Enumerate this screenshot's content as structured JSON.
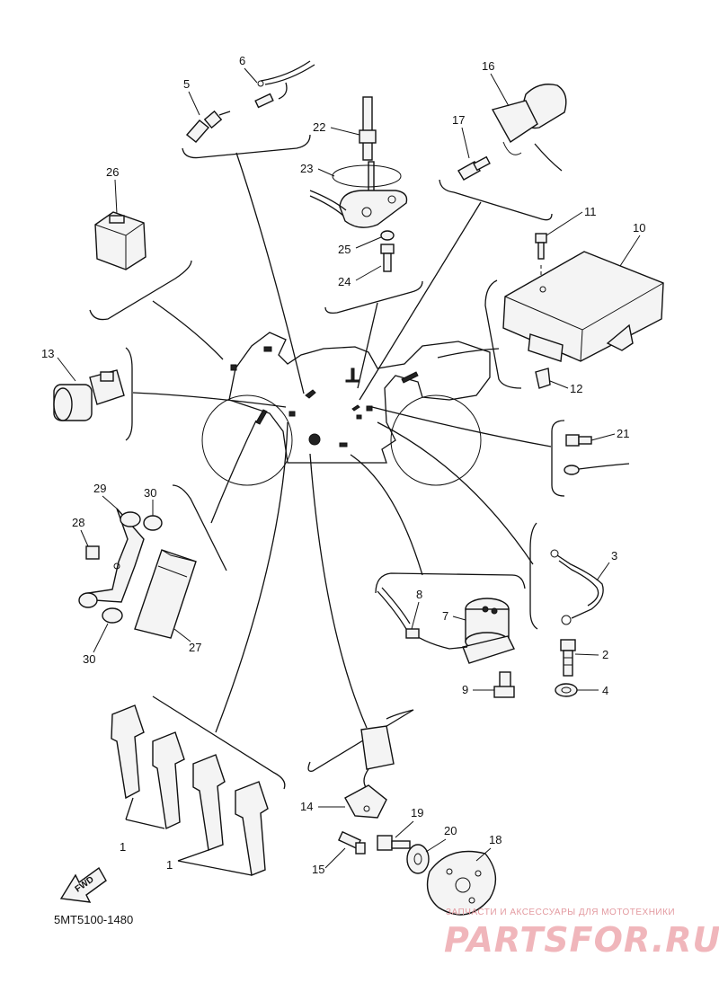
{
  "diagram": {
    "code": "5MT5100-1480",
    "fwd_label": "FWD",
    "watermark": {
      "tagline": "ЗАПЧАСТИ И АКСЕССУАРЫ ДЛЯ МОТОТЕХНИКИ",
      "logo": "PARTSFOR.RU"
    },
    "callouts": [
      "1",
      "1",
      "2",
      "3",
      "4",
      "5",
      "6",
      "7",
      "8",
      "9",
      "10",
      "11",
      "12",
      "13",
      "14",
      "15",
      "16",
      "17",
      "18",
      "19",
      "20",
      "21",
      "22",
      "23",
      "24",
      "25",
      "26",
      "27",
      "28",
      "29",
      "30",
      "30"
    ]
  }
}
